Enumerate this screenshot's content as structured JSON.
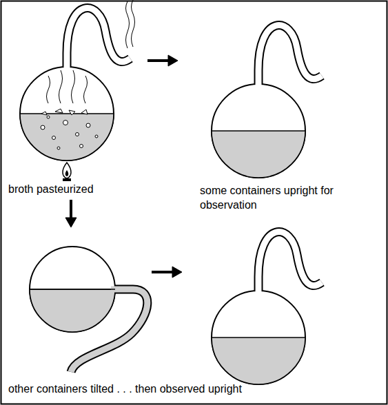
{
  "diagram": {
    "labels": [
      "broth pasteurized",
      "some containers upright for observation",
      "other containers tilted . . . then observed upright"
    ]
  }
}
